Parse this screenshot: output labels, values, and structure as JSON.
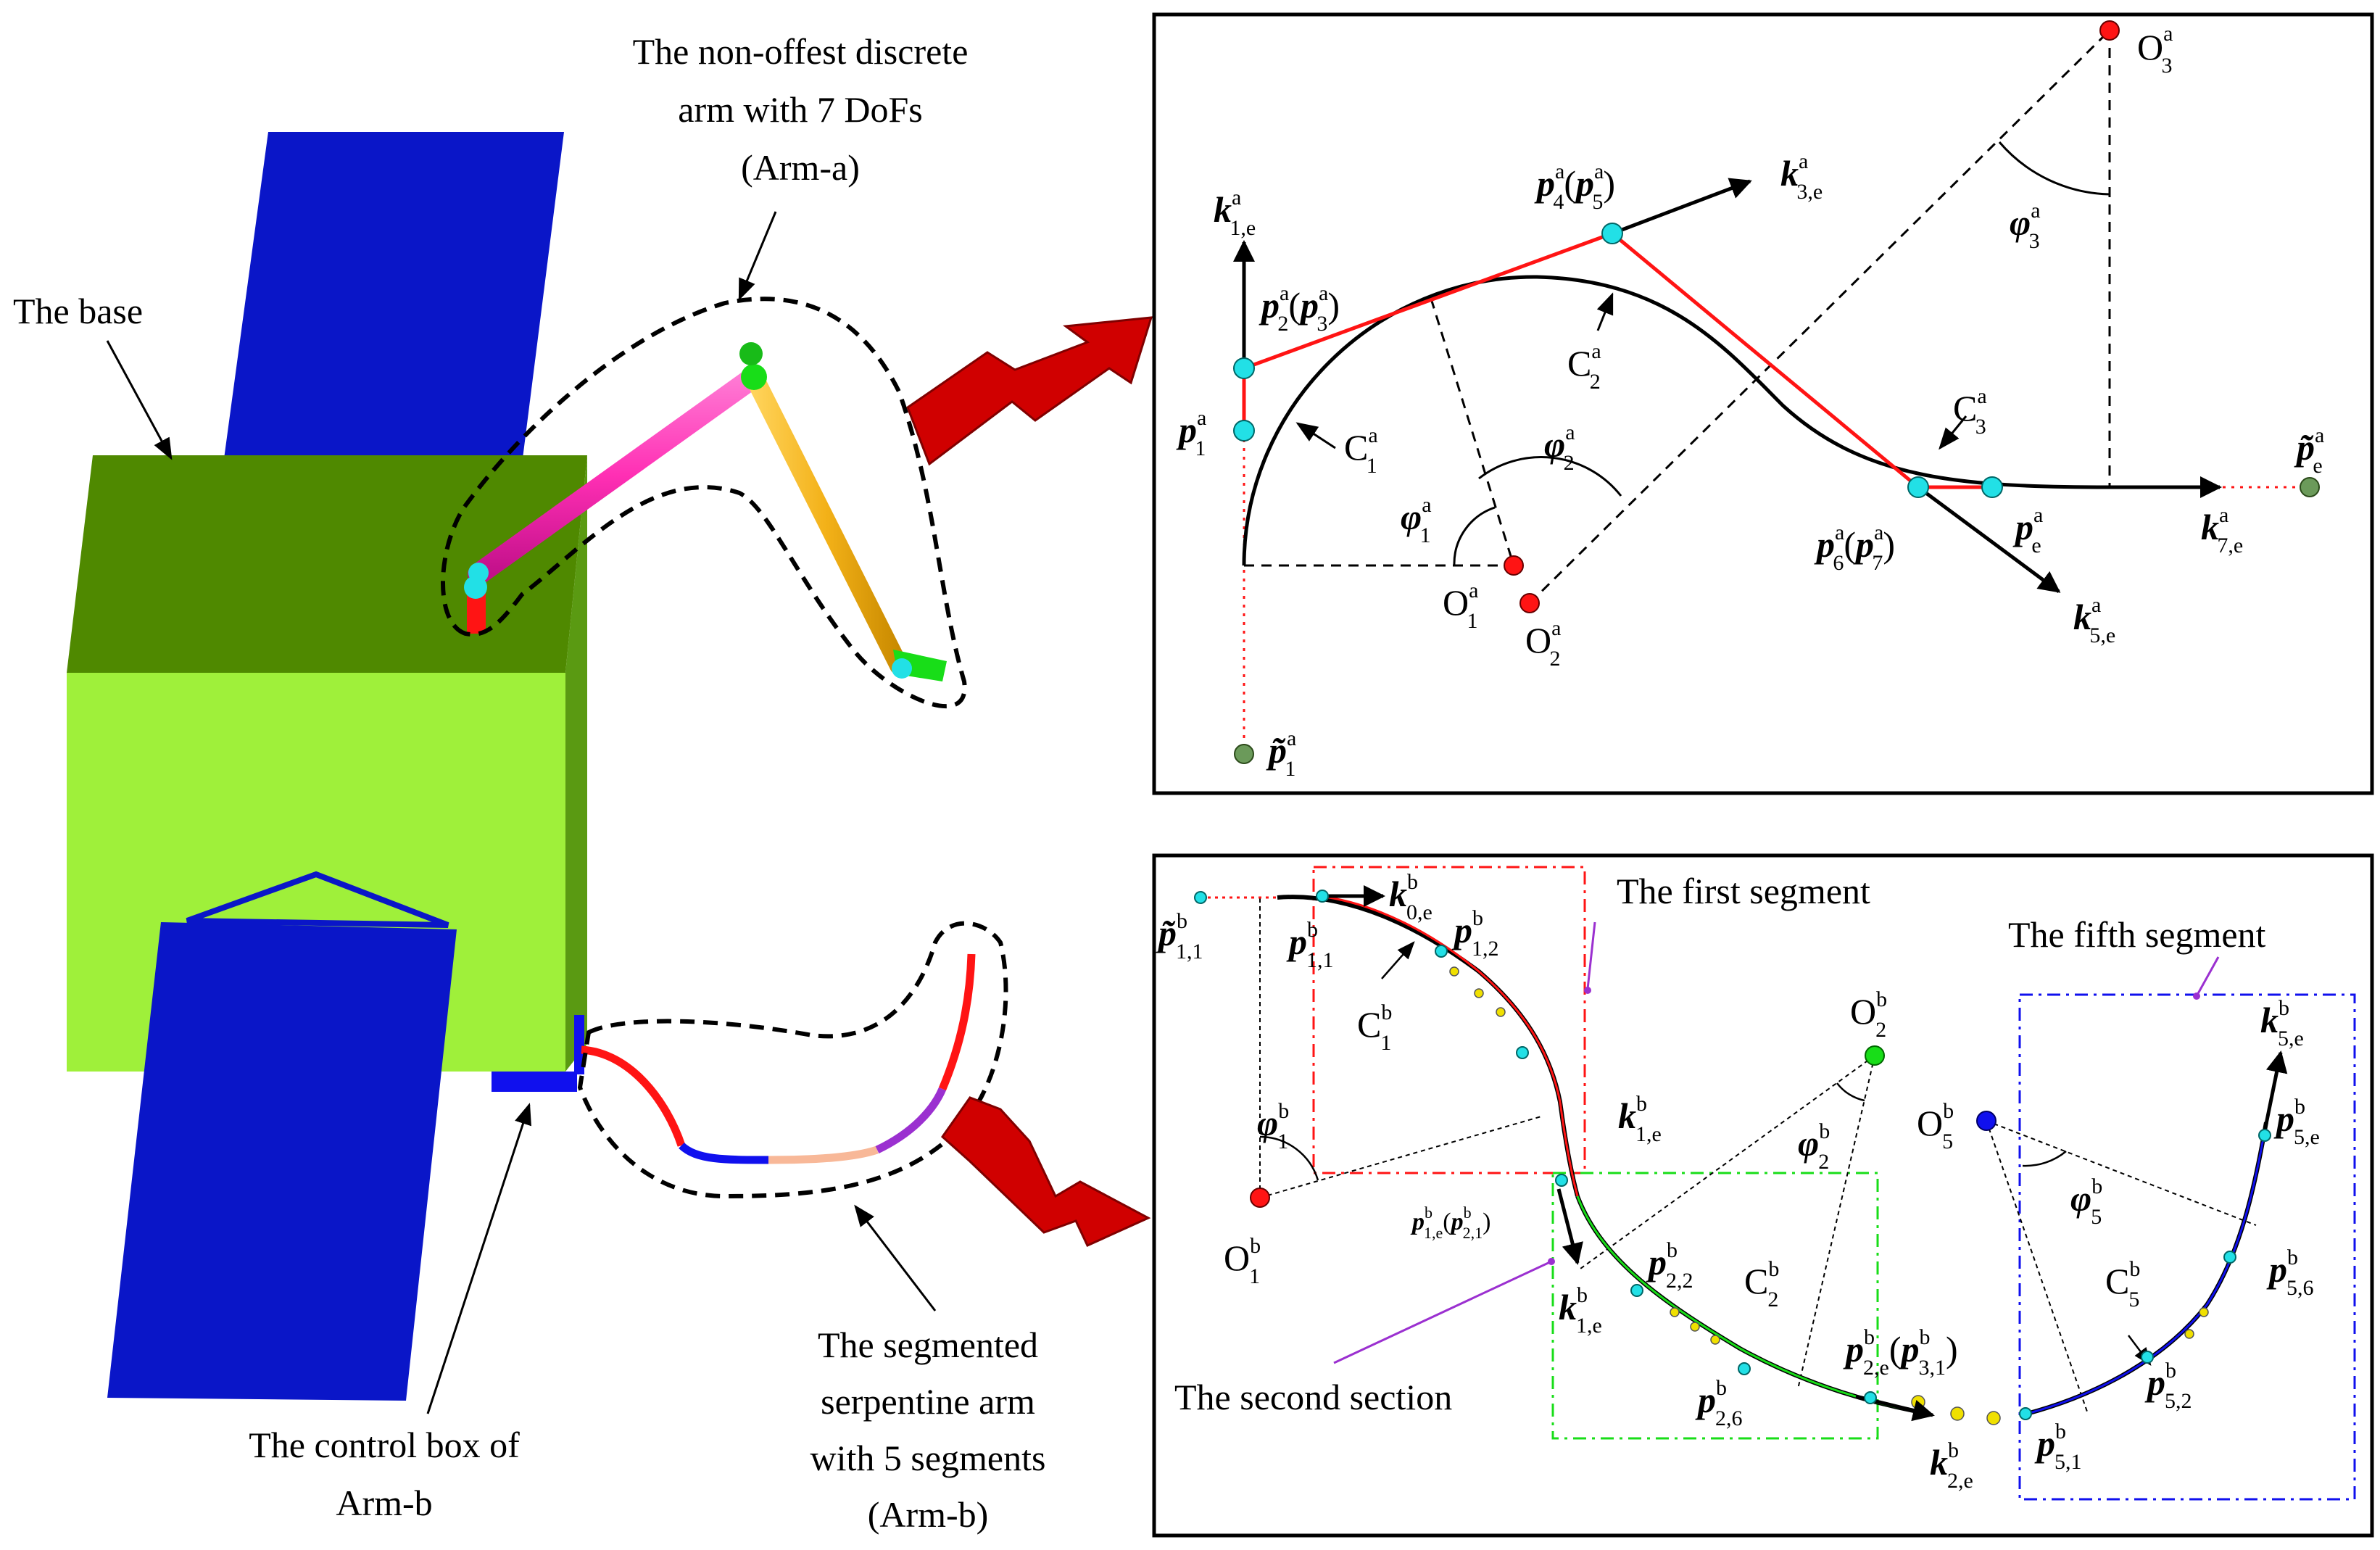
{
  "captions": {
    "arm_a_line1": "The non-offest discrete",
    "arm_a_line2": "arm with 7 DoFs",
    "arm_a_line3": "(Arm-a)",
    "base": "The base",
    "control_box_line1": "The control box of",
    "control_box_line2": "Arm-b",
    "arm_b_line1": "The  segmented",
    "arm_b_line2": "serpentine arm",
    "arm_b_line3": "with 5 segments",
    "arm_b_line4": "(Arm-b)",
    "first_segment": "The first segment",
    "fifth_segment": "The fifth segment",
    "second_section": "The second section"
  },
  "panel_a": {
    "O3": {
      "base": "O",
      "sup": "a",
      "sub": "3"
    },
    "k1e": {
      "base": "k",
      "sup": "a",
      "sub": "1,e"
    },
    "p4p5": {
      "base": "p",
      "sup": "a",
      "sub": "4",
      "open": "(",
      "base2": "p",
      "sup2": "a",
      "sub2": "5",
      "close": ")"
    },
    "k3e": {
      "base": "k",
      "sup": "a",
      "sub": "3,e"
    },
    "phi3": {
      "base": "φ",
      "sup": "a",
      "sub": "3"
    },
    "p2p3": {
      "base": "p",
      "sup": "a",
      "sub": "2",
      "open": "(",
      "base2": "p",
      "sup2": "a",
      "sub2": "3",
      "close": ")"
    },
    "C2": {
      "base": "C",
      "sup": "a",
      "sub": "2"
    },
    "C3": {
      "base": "C",
      "sup": "a",
      "sub": "3"
    },
    "p1": {
      "base": "p",
      "sup": "a",
      "sub": "1"
    },
    "C1": {
      "base": "C",
      "sup": "a",
      "sub": "1"
    },
    "phi2": {
      "base": "φ",
      "sup": "a",
      "sub": "2"
    },
    "pe_tilde": {
      "base": "p̃",
      "sup": "a",
      "sub": "e"
    },
    "phi1": {
      "base": "φ",
      "sup": "a",
      "sub": "1"
    },
    "p6p7": {
      "base": "p",
      "sup": "a",
      "sub": "6",
      "open": "(",
      "base2": "p",
      "sup2": "a",
      "sub2": "7",
      "close": ")"
    },
    "pe": {
      "base": "p",
      "sup": "a",
      "sub": "e"
    },
    "k7e": {
      "base": "k",
      "sup": "a",
      "sub": "7,e"
    },
    "O1": {
      "base": "O",
      "sup": "a",
      "sub": "1"
    },
    "O2": {
      "base": "O",
      "sup": "a",
      "sub": "2"
    },
    "k5e": {
      "base": "k",
      "sup": "a",
      "sub": "5,e"
    },
    "p1_tilde": {
      "base": "p̃",
      "sup": "a",
      "sub": "1"
    }
  },
  "panel_b": {
    "p11_tilde": {
      "base": "p̃",
      "sup": "b",
      "sub": "1,1"
    },
    "p11": {
      "base": "p",
      "sup": "b",
      "sub": "1,1"
    },
    "k0e": {
      "base": "k",
      "sup": "b",
      "sub": "0,e"
    },
    "p12": {
      "base": "p",
      "sup": "b",
      "sub": "1,2"
    },
    "C1": {
      "base": "C",
      "sup": "b",
      "sub": "1"
    },
    "O2": {
      "base": "O",
      "sup": "b",
      "sub": "2"
    },
    "k5e_top": {
      "base": "k",
      "sup": "b",
      "sub": "5,e"
    },
    "O5": {
      "base": "O",
      "sup": "b",
      "sub": "5"
    },
    "p5e": {
      "base": "p",
      "sup": "b",
      "sub": "5,e"
    },
    "phi1": {
      "base": "φ",
      "sup": "b",
      "sub": "1"
    },
    "k1e_upper": {
      "base": "k",
      "sup": "b",
      "sub": "1,e"
    },
    "phi2": {
      "base": "φ",
      "sup": "b",
      "sub": "2"
    },
    "phi5": {
      "base": "φ",
      "sup": "b",
      "sub": "5"
    },
    "O1": {
      "base": "O",
      "sup": "b",
      "sub": "1"
    },
    "p1ep21": {
      "base": "p",
      "sup": "b",
      "sub": "1,e",
      "open": "(",
      "base2": "p",
      "sup2": "b",
      "sub2": "2,1",
      "close": ")"
    },
    "p22": {
      "base": "p",
      "sup": "b",
      "sub": "2,2"
    },
    "C2": {
      "base": "C",
      "sup": "b",
      "sub": "2"
    },
    "p56": {
      "base": "p",
      "sup": "b",
      "sub": "5,6"
    },
    "C5": {
      "base": "C",
      "sup": "b",
      "sub": "5"
    },
    "k1e_lower": {
      "base": "k",
      "sup": "b",
      "sub": "1,e"
    },
    "p2ep31": {
      "base": "p",
      "sup": "b",
      "sub": "2,e",
      "open": "(",
      "base2": "p",
      "sup2": "b",
      "sub2": "3,1",
      "close": ")"
    },
    "p52": {
      "base": "p",
      "sup": "b",
      "sub": "5,2"
    },
    "p26": {
      "base": "p",
      "sup": "b",
      "sub": "2,6"
    },
    "p51": {
      "base": "p",
      "sup": "b",
      "sub": "5,1"
    },
    "k2e": {
      "base": "k",
      "sup": "b",
      "sub": "2,e"
    }
  },
  "colors": {
    "base_top": "#4f8900",
    "base_front": "#9ff03a",
    "base_side": "#5a9a12",
    "solar_panel": "#0a16c8",
    "arm_a_link1": "#ff2fb4",
    "arm_a_link2": "#f3b118",
    "joint": "#22e0e6",
    "red_point": "#ff1414",
    "green_point": "#18dd18",
    "blue_point": "#1010ee",
    "yellow_point": "#f0e000",
    "gray_point": "#6b9a5a",
    "segment1": "#ff1414",
    "segment2": "#18dd18",
    "segment5": "#1010ee",
    "callout_purple": "#9b30d0",
    "big_arrow": "#d00000"
  }
}
